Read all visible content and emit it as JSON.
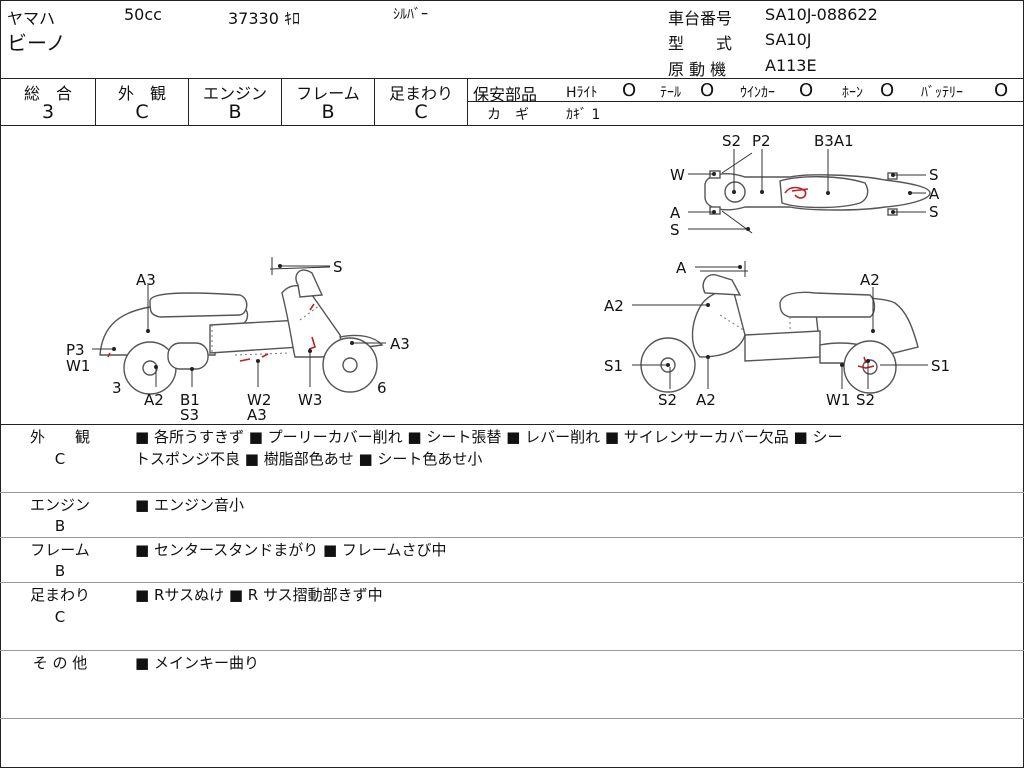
{
  "header": {
    "maker": "ヤマハ",
    "cc": "50cc",
    "mileage": "37330 ｷﾛ",
    "color": "ｼﾙﾊﾞｰ",
    "model_name": "ビーノ",
    "frame_no_label": "車台番号",
    "frame_no": "SA10J-088622",
    "type_label": "型　　式",
    "type": "SA10J",
    "engine_label": "原 動 機",
    "engine": "A113E"
  },
  "grades": [
    {
      "label": "総　合",
      "value": "3"
    },
    {
      "label": "外　観",
      "value": "C"
    },
    {
      "label": "エンジン",
      "value": "B"
    },
    {
      "label": "フレーム",
      "value": "B"
    },
    {
      "label": "足まわり",
      "value": "C"
    }
  ],
  "safety": {
    "title": "保安部品",
    "items": [
      {
        "label": "Hﾗｲﾄ",
        "mark": "O"
      },
      {
        "label": "ﾃｰﾙ",
        "mark": "O"
      },
      {
        "label": "ｳｲﾝｶｰ",
        "mark": "O"
      },
      {
        "label": "ﾎｰﾝ",
        "mark": "O"
      },
      {
        "label": "ﾊﾞｯﾃﾘｰ",
        "mark": "O"
      }
    ],
    "key_label": "カ　ギ",
    "key_value": "ｶｷﾞ 1"
  },
  "diagram": {
    "top": [
      "S2",
      "P2",
      "B3A1",
      "W",
      "A",
      "S",
      "S",
      "A",
      "S"
    ],
    "left": [
      "S",
      "A3",
      "P3",
      "W1",
      "3",
      "A2",
      "B1",
      "S3",
      "W2",
      "A3",
      "W3",
      "A3",
      "6"
    ],
    "right": [
      "A",
      "A2",
      "A2",
      "S1",
      "S2",
      "A2",
      "W1",
      "S2",
      "S1"
    ]
  },
  "sections": [
    {
      "head": "外　　観",
      "grade": "C",
      "lines": [
        "■ 各所うすきず ■ プーリーカバー削れ ■ シート張替 ■ レバー削れ ■ サイレンサーカバー欠品 ■ シー",
        "トスポンジ不良 ■ 樹脂部色あせ ■ シート色あせ小"
      ]
    },
    {
      "head": "エンジン",
      "grade": "B",
      "lines": [
        "■ エンジン音小"
      ]
    },
    {
      "head": "フレーム",
      "grade": "B",
      "lines": [
        "■ センタースタンドまがり ■ フレームさび中"
      ]
    },
    {
      "head": "足まわり",
      "grade": "C",
      "lines": [
        "■ Rサスぬけ ■ R サス摺動部きず中"
      ]
    },
    {
      "head": "そ の 他",
      "grade": "",
      "lines": [
        "■ メインキー曲り"
      ]
    }
  ]
}
